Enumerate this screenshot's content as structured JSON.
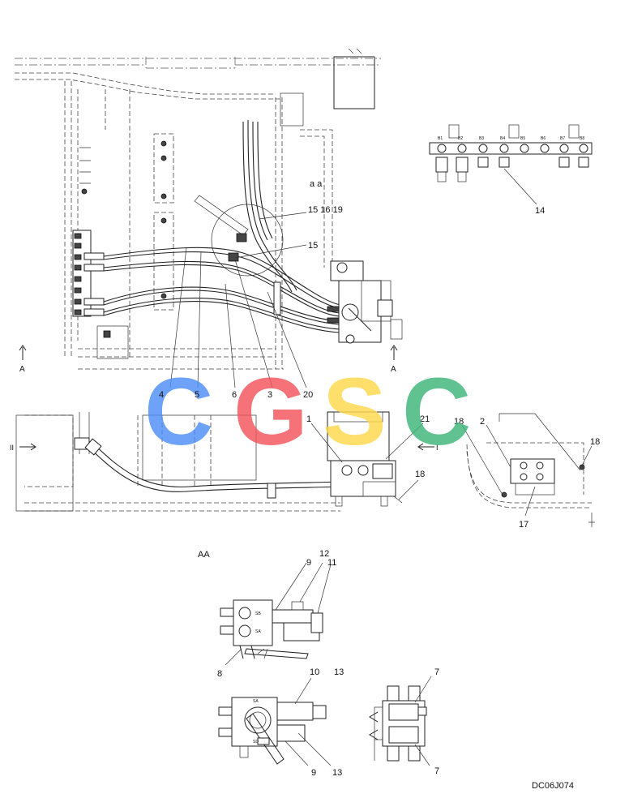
{
  "drawing_code": "DC06J074",
  "section_label": "AA",
  "view_ref_label": "a a",
  "view_markers": {
    "left_a": "A",
    "right_a": "A",
    "left_ii": "II",
    "right_i": "I"
  },
  "callouts": {
    "c1": "1",
    "c2": "2",
    "c3": "3",
    "c4": "4",
    "c5": "5",
    "c6": "6",
    "c7a": "7",
    "c7b": "7",
    "c8": "8",
    "c9a": "9",
    "c9b": "9",
    "c10": "10",
    "c11": "11",
    "c12": "12",
    "c13a": "13",
    "c13b": "13",
    "c14": "14",
    "c15a": "15 16 19",
    "c15b": "15",
    "c17": "17",
    "c18a": "18",
    "c18b": "18",
    "c18c": "18",
    "c20": "20",
    "c21": "21"
  },
  "port_labels": [
    "B1",
    "B2",
    "B3",
    "B4",
    "B5",
    "B6",
    "B7",
    "B8"
  ],
  "valve_labels": {
    "sb": "SB",
    "sa": "SA",
    "sa2": "SA",
    "sd": "SD"
  },
  "watermark": {
    "letters": [
      "C",
      "G",
      "S",
      "C"
    ],
    "colors": [
      "#4f8ef7",
      "#f2545b",
      "#ffd84d",
      "#3fb57a"
    ]
  }
}
